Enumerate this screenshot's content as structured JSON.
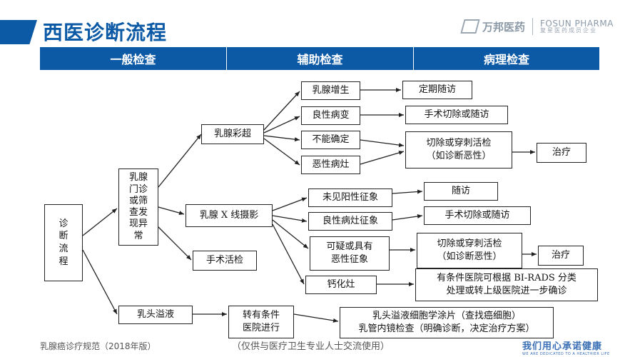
{
  "title": "西医诊断流程",
  "logo": {
    "cn": "万邦医药",
    "en": "FOSUN PHARMA",
    "sub": "复星医药成员企业"
  },
  "header": {
    "columns": [
      "一般检查",
      "辅助检查",
      "病理检查"
    ]
  },
  "nodes": {
    "diagnosis": "诊\n断\n流\n程",
    "outpatient": "乳腺\n门诊\n或筛\n查发\n现异\n常",
    "ultrasound": "乳腺彩超",
    "hyperplasia": "乳腺增生",
    "benign_lesion": "良性病变",
    "uncertain_us": "不能确定",
    "malignant_us": "恶性病灶",
    "regular_follow": "定期随访",
    "surgery_or_follow_us": "手术切除或随访",
    "excision_biopsy_us": "切除或穿刺活检\n（如诊断恶性）",
    "treat_us": "治疗",
    "xray": "乳腺 X 线摄影",
    "no_malignant": "未见阳性征象",
    "benign_focus": "良性病灶征象",
    "suspicious": "可疑或具有\n恶性征象",
    "calcification": "钙化灶",
    "follow_x": "随访",
    "surgery_or_follow_x": "手术切除或随访",
    "excision_biopsy_x": "切除或穿刺活检\n（如诊断恶性）",
    "treat_x": "治疗",
    "birads": "有条件医院可根据 BI-RADS 分类\n处理或转上级医院进一步确诊",
    "surgical_biopsy": "手术活检",
    "nipple_discharge": "乳头溢液",
    "transfer": "转有条件\n医院进行",
    "cytology": "乳头溢液细胞学涂片（查找癌细胞）\n乳管内镜检查（明确诊断，决定治疗方案）"
  },
  "footer": {
    "left": "乳腺癌诊疗规范（2018年版）",
    "center": "（仅供与医疗卫生专业人士交流使用）",
    "right_cn": "我们用心承诺健康",
    "right_en": "WE ARE DEDICATED TO A HEALTHIER LIFE"
  }
}
